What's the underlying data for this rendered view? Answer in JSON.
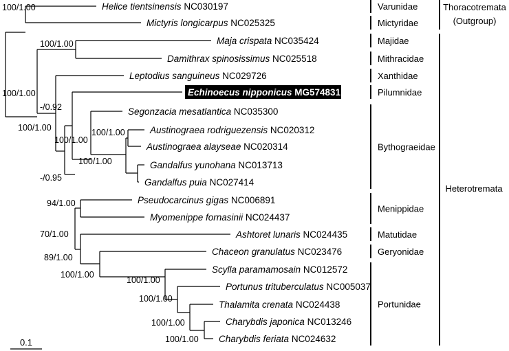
{
  "taxa": [
    {
      "species": "Helice tientsinensis",
      "accession": "NC030197"
    },
    {
      "species": "Mictyris longicarpus",
      "accession": "NC025325"
    },
    {
      "species": "Maja crispata",
      "accession": "NC035424"
    },
    {
      "species": "Damithrax spinosissimus",
      "accession": "NC025518"
    },
    {
      "species": "Leptodius sanguineus",
      "accession": "NC029726"
    },
    {
      "species": "Echinoecus nipponicus",
      "accession": "MG574831",
      "highlight": true
    },
    {
      "species": "Segonzacia mesatlantica",
      "accession": "NC035300"
    },
    {
      "species": "Austinograea rodriguezensis",
      "accession": "NC020312"
    },
    {
      "species": "Austinograea alayseae",
      "accession": "NC020314"
    },
    {
      "species": "Gandalfus yunohana",
      "accession": "NC013713"
    },
    {
      "species": "Gandalfus puia",
      "accession": "NC027414"
    },
    {
      "species": "Pseudocarcinus gigas",
      "accession": "NC006891"
    },
    {
      "species": "Myomenippe fornasinii",
      "accession": "NC024437"
    },
    {
      "species": "Ashtoret lunaris",
      "accession": "NC024435"
    },
    {
      "species": "Chaceon granulatus",
      "accession": "NC023476"
    },
    {
      "species": "Scylla paramamosain",
      "accession": "NC012572"
    },
    {
      "species": "Portunus trituberculatus",
      "accession": "NC005037"
    },
    {
      "species": "Thalamita crenata",
      "accession": "NC024438"
    },
    {
      "species": "Charybdis japonica",
      "accession": "NC013246"
    },
    {
      "species": "Charybdis feriata",
      "accession": "NC024632"
    }
  ],
  "support_values": [
    "100/1.00",
    "100/1.00",
    "100/1.00",
    "-/0.92",
    "100/1.00",
    "100/1.00",
    "100/1.00",
    "100/1.00",
    "-/0.95",
    "94/1.00",
    "70/1.00",
    "89/1.00",
    "100/1.00",
    "100/1.00",
    "100/1.00",
    "100/1.00",
    "100/1.00"
  ],
  "families": [
    "Varunidae",
    "Mictyridae",
    "Majidae",
    "Mithracidae",
    "Xanthidae",
    "Pilumnidae",
    "Bythograeidae",
    "Menippidae",
    "Matutidae",
    "Geryonidae",
    "Portunidae"
  ],
  "groups": {
    "thoracotremata_line1": "Thoracotremata",
    "thoracotremata_line2": "(Outgroup)",
    "heterotremata": "Heterotremata"
  },
  "scale_bar": {
    "label": "0.1"
  },
  "colors": {
    "line": "#000000",
    "highlight_bg": "#000000",
    "highlight_text": "#ffffff",
    "background": "#ffffff"
  }
}
